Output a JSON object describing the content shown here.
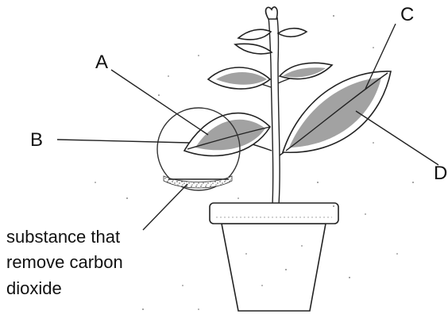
{
  "labels": {
    "a": "A",
    "b": "B",
    "c": "C",
    "d": "D"
  },
  "caption": {
    "line1": "substance that",
    "line2": "remove carbon",
    "line3": "dioxide"
  }
}
